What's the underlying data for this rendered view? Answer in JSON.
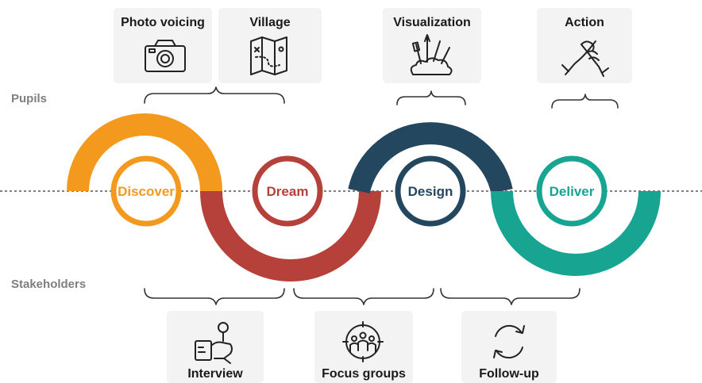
{
  "rows": {
    "pupils": "Pupils",
    "stakeholders": "Stakeholders"
  },
  "stages": [
    {
      "id": "discover",
      "label": "Discover",
      "color": "#f3991e"
    },
    {
      "id": "dream",
      "label": "Dream",
      "color": "#b5413a"
    },
    {
      "id": "design",
      "label": "Design",
      "color": "#244760"
    },
    {
      "id": "deliver",
      "label": "Deliver",
      "color": "#17a491"
    }
  ],
  "pupil_methods": [
    {
      "label": "Photo voicing",
      "icon": "camera-icon"
    },
    {
      "label": "Village",
      "icon": "map-icon"
    },
    {
      "label": "Visualization",
      "icon": "art-supplies-icon"
    },
    {
      "label": "Action",
      "icon": "handshake-icon"
    }
  ],
  "stakeholder_methods": [
    {
      "label": "Interview",
      "icon": "microphone-icon"
    },
    {
      "label": "Focus groups",
      "icon": "group-icon"
    },
    {
      "label": "Follow-up",
      "icon": "refresh-icon"
    }
  ]
}
